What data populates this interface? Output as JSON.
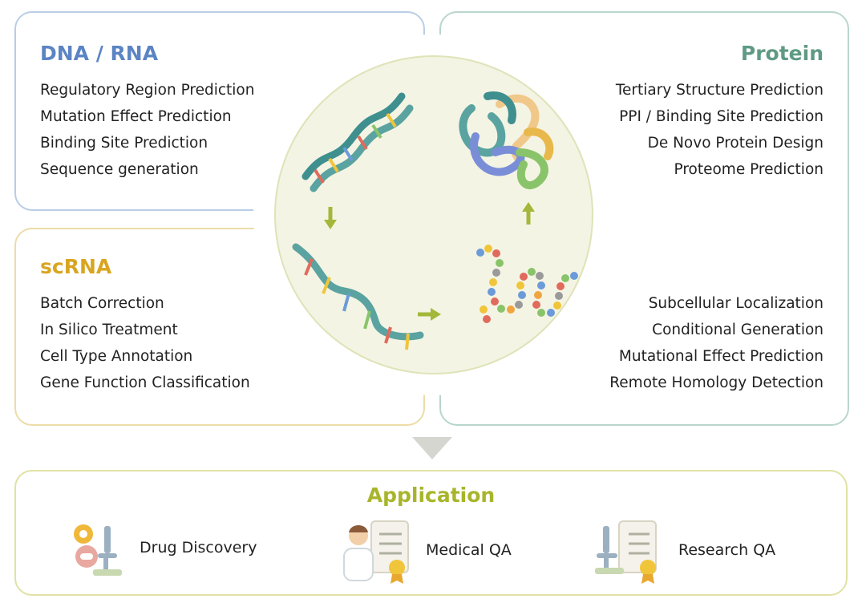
{
  "dna_rna": {
    "title": "DNA / RNA",
    "items": [
      "Regulatory Region Prediction",
      "Mutation Effect Prediction",
      "Binding Site Prediction",
      "Sequence generation"
    ]
  },
  "protein": {
    "title": "Protein",
    "items": [
      "Tertiary Structure Prediction",
      "PPI / Binding Site Prediction",
      "De Novo Protein Design",
      "Proteome Prediction"
    ],
    "lower_items": [
      "Subcellular Localization",
      "Conditional Generation",
      "Mutational Effect Prediction",
      "Remote Homology Detection"
    ]
  },
  "scrna": {
    "title": "scRNA",
    "items": [
      "Batch Correction",
      "In Silico Treatment",
      "Cell Type Annotation",
      "Gene Function Classification"
    ]
  },
  "application": {
    "title": "Application",
    "items": [
      {
        "label": "Drug Discovery",
        "icon": "drug-discovery-icon"
      },
      {
        "label": "Medical QA",
        "icon": "doctor-checklist-icon"
      },
      {
        "label": "Research QA",
        "icon": "microscope-checklist-icon"
      }
    ]
  },
  "colors": {
    "dna_rna": "#5b84c4",
    "protein": "#5f9a84",
    "scrna": "#d9a520",
    "application": "#a8b52a",
    "circle_fill": "#f4f4e4",
    "arrow": "#a3b83a"
  }
}
